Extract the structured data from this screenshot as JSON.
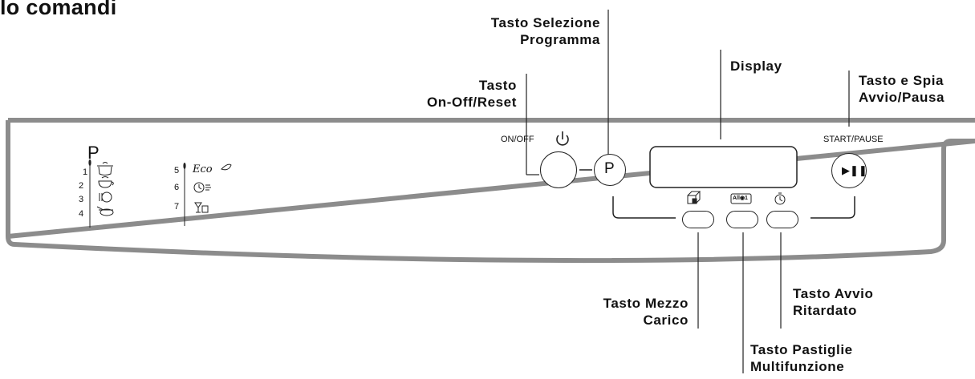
{
  "heading": "lo comandi",
  "callouts": {
    "program_select": "Tasto Selezione\nProgramma",
    "onoff_reset": "Tasto\nOn-Off/Reset",
    "display": "Display",
    "start_pause": "Tasto e Spia\nAvvio/Pausa",
    "half_load": "Tasto Mezzo\nCarico",
    "delayed_start": "Tasto Avvio\nRitardato",
    "multitab": "Tasto Pastiglie\nMultifunzione"
  },
  "panel": {
    "program_letter": "P",
    "program_numbers_left": [
      "1",
      "2",
      "3",
      "4"
    ],
    "program_numbers_right": [
      "5",
      "6",
      "7"
    ],
    "eco_label": "Eco",
    "onoff_label": "ON/OFF",
    "start_pause_label": "START/PAUSE",
    "p_button_label": "P",
    "multitab_icon_text": "All◉1"
  }
}
